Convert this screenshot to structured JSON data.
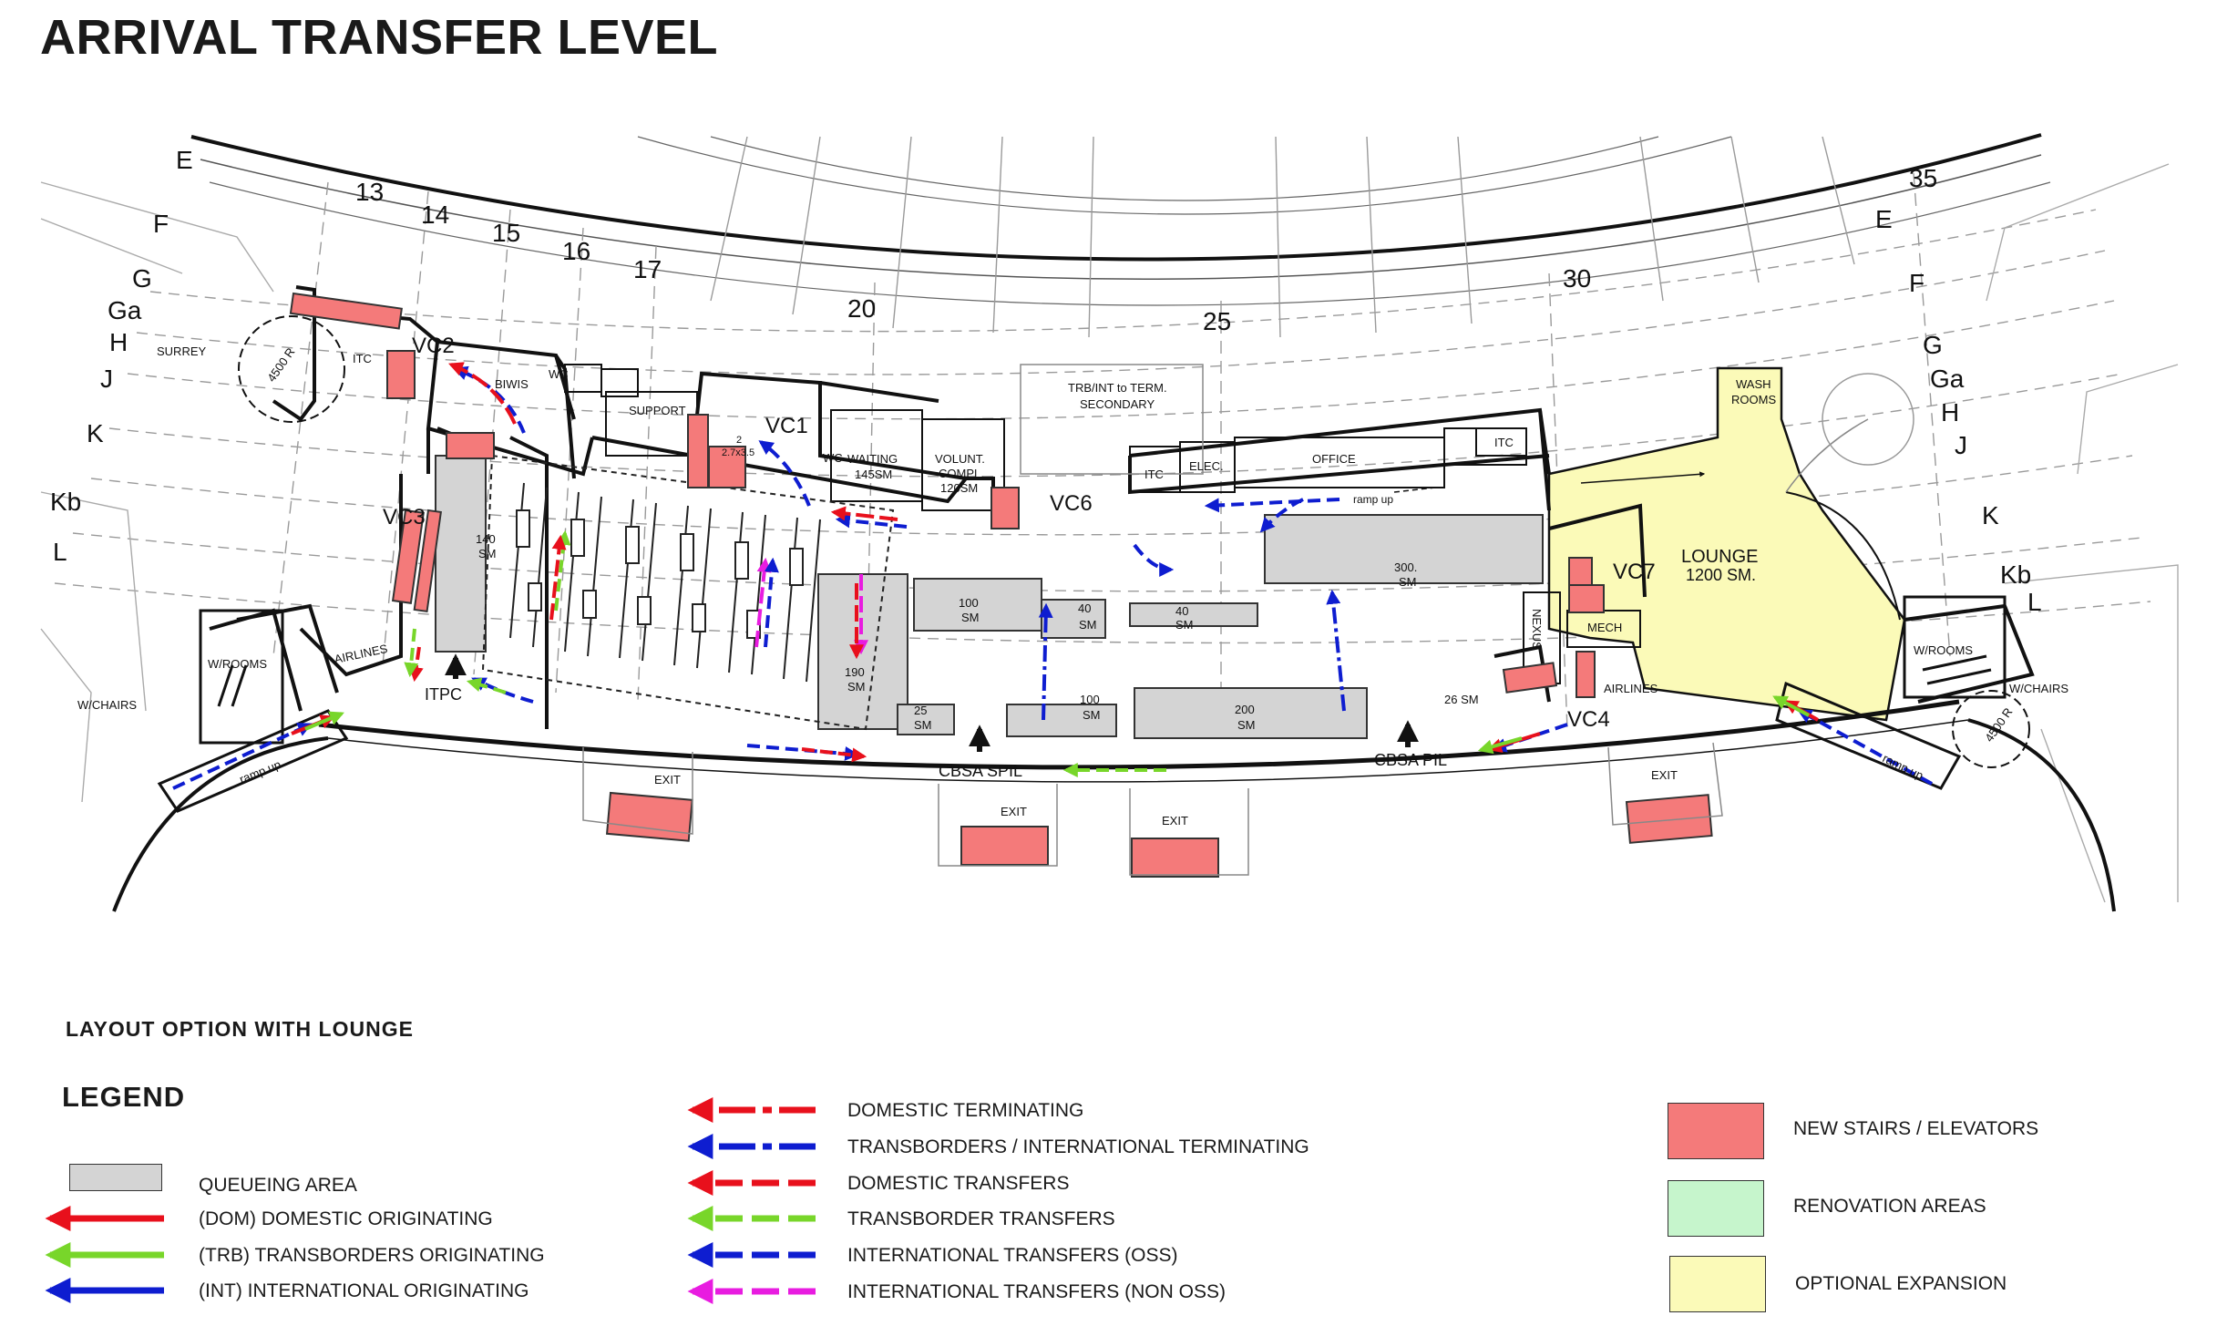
{
  "title": "ARRIVAL TRANSFER LEVEL",
  "caption": "LAYOUT OPTION WITH LOUNGE",
  "legend_title": "LEGEND",
  "colors": {
    "queueing": "#d4d4d4",
    "stairs": "#f47a7a",
    "renovation": "#c6f5cc",
    "expansion": "#fbfab8",
    "red": "#e8101c",
    "green": "#78d62a",
    "blue": "#0e1dd0",
    "magenta": "#e81ce0"
  },
  "legend": {
    "col1": [
      {
        "id": "queueing",
        "label": "QUEUEING AREA"
      },
      {
        "id": "dom-orig",
        "label": "(DOM) DOMESTIC ORIGINATING"
      },
      {
        "id": "trb-orig",
        "label": "(TRB) TRANSBORDERS ORIGINATING"
      },
      {
        "id": "int-orig",
        "label": "(INT) INTERNATIONAL ORIGINATING"
      }
    ],
    "col2": [
      {
        "id": "dom-term",
        "label": "DOMESTIC TERMINATING"
      },
      {
        "id": "trans-int-term",
        "label": "TRANSBORDERS / INTERNATIONAL TERMINATING"
      },
      {
        "id": "dom-transfers",
        "label": "DOMESTIC TRANSFERS"
      },
      {
        "id": "trb-transfers",
        "label": "TRANSBORDER TRANSFERS"
      },
      {
        "id": "int-oss",
        "label": "INTERNATIONAL TRANSFERS (OSS)"
      },
      {
        "id": "int-non-oss",
        "label": "INTERNATIONAL TRANSFERS (NON OSS)"
      }
    ],
    "col3": [
      {
        "id": "stairs",
        "label": "NEW STAIRS / ELEVATORS"
      },
      {
        "id": "renovation",
        "label": "RENOVATION AREAS"
      },
      {
        "id": "expansion",
        "label": "OPTIONAL EXPANSION"
      }
    ]
  },
  "grid": {
    "lines": [
      "13",
      "14",
      "15",
      "16",
      "17",
      "20",
      "25",
      "30",
      "35"
    ],
    "rows_left": [
      "E",
      "F",
      "G",
      "Ga",
      "H",
      "J",
      "K",
      "Kb",
      "L"
    ],
    "rows_right": [
      "E",
      "F",
      "G",
      "Ga",
      "H",
      "J",
      "K",
      "Kb",
      "L"
    ]
  },
  "plan": {
    "vc": [
      "VC1",
      "VC2",
      "VC3",
      "VC4",
      "VC6",
      "VC7"
    ],
    "rooms": {
      "surrey": "SURREY",
      "radius": "4500 R",
      "itc": "ITC",
      "biwis": "BIWIS",
      "wc": "WC",
      "support": "SUPPORT",
      "waiting_1": "WAITING",
      "waiting_2": "145SM",
      "volunt_1": "VOLUNT.",
      "volunt_2": "COMPL.",
      "volunt_3": "120SM",
      "trb_1": "TRB/INT to TERM.",
      "trb_2": "SECONDARY",
      "elec": "ELEC.",
      "office": "OFFICE",
      "ramp_up": "ramp up",
      "wash_1": "WASH",
      "wash_2": "ROOMS",
      "lounge_1": "LOUNGE",
      "lounge_2": "1200 SM.",
      "mech": "MECH",
      "nexus": "NEXUS",
      "airlines": "AIRLINES",
      "wrooms": "W/ROOMS",
      "wchairs": "W/CHAIRS",
      "itpc": "ITPC",
      "cbsa_spil": "CBSA SPIL",
      "cbsa_pil": "CBSA PIL",
      "exit": "EXIT",
      "stair_dim_1": "2",
      "stair_dim_2": "2.7x3.5",
      "sm": "SM"
    },
    "areas": [
      "140",
      "190",
      "100",
      "40",
      "40",
      "300.",
      "100",
      "25",
      "200",
      "26 SM"
    ]
  }
}
